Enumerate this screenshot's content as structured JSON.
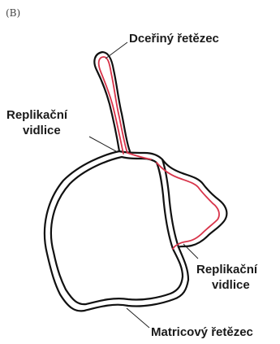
{
  "panel": {
    "letter": "(B)"
  },
  "labels": {
    "daughter_strand": "Dceřiný řetězec",
    "fork_upper_line1": "Replikační",
    "fork_upper_line2": "vidlice",
    "fork_lower_line1": "Replikační",
    "fork_lower_line2": "vidlice",
    "template_strand": "Matricový řetězec"
  },
  "colors": {
    "template_strand": "#111111",
    "daughter_strand": "#d8344a",
    "background": "#ffffff"
  }
}
